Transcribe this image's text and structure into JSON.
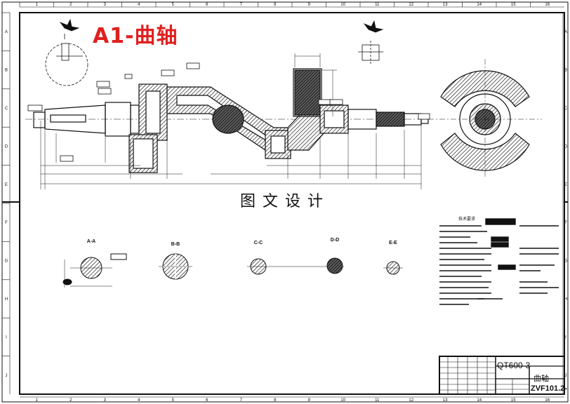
{
  "drawing": {
    "title_stamp": "A1-曲轴",
    "watermark": "图文设计",
    "colors": {
      "stamp": "#e02020",
      "line": "#111111",
      "hatch": "#111111"
    },
    "border": {
      "columns": [
        "1",
        "2",
        "3",
        "4",
        "5",
        "6",
        "7",
        "8",
        "9",
        "10",
        "11",
        "12",
        "13",
        "14",
        "15",
        "16"
      ],
      "rows": [
        "A",
        "B",
        "C",
        "D",
        "E",
        "F",
        "G",
        "H",
        "I",
        "J"
      ]
    },
    "title_block": {
      "material": "QT600-3",
      "part_name": "曲轴",
      "drawing_code": "ZVF101.2-"
    },
    "technical_requirements_heading": "技术要求",
    "section_labels": [
      "A-A",
      "B-B",
      "C-C",
      "D-D",
      "E-E"
    ]
  }
}
